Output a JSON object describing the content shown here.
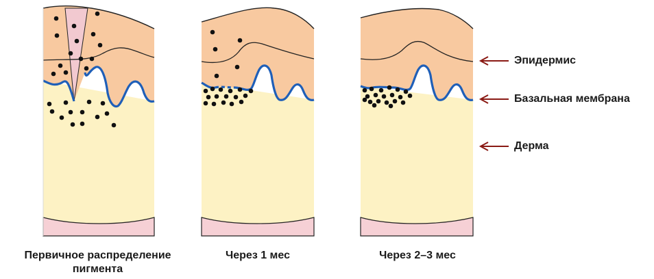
{
  "panels": [
    {
      "caption": "Первичное распределение пигмента"
    },
    {
      "caption": "Через 1 мес"
    },
    {
      "caption": "Через 2–3 мес"
    }
  ],
  "legend": {
    "epidermis": "Эпидермис",
    "basement_membrane": "Базальная мембрана",
    "dermis": "Дерма"
  },
  "colors": {
    "epidermis": "#f8c9a0",
    "dermis": "#fdf2c4",
    "subcutis": "#f6d0d5",
    "wound_channel": "#f2c9d0",
    "basement_membrane": "#1f5fb8",
    "pigment": "#111111",
    "arrow": "#8a1a14",
    "outline": "#222222"
  },
  "icons": [
    "arrow-left-icon"
  ]
}
